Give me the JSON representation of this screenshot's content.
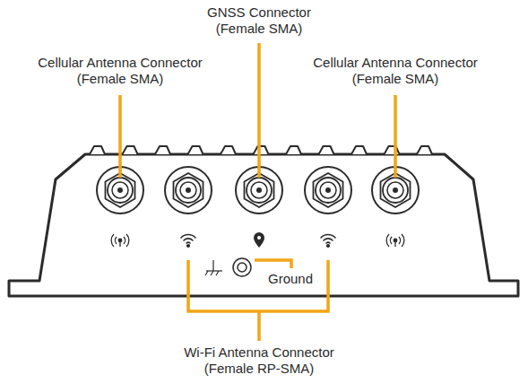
{
  "diagram": {
    "labels": [
      "GNSS Connector (Female SMA)",
      "Cellular Antenna Connector (Female SMA)",
      "Cellular Antenna Connector (Female SMA)",
      "Ground",
      "Wi-Fi Antenna Connector (Female RP-SMA)"
    ]
  }
}
